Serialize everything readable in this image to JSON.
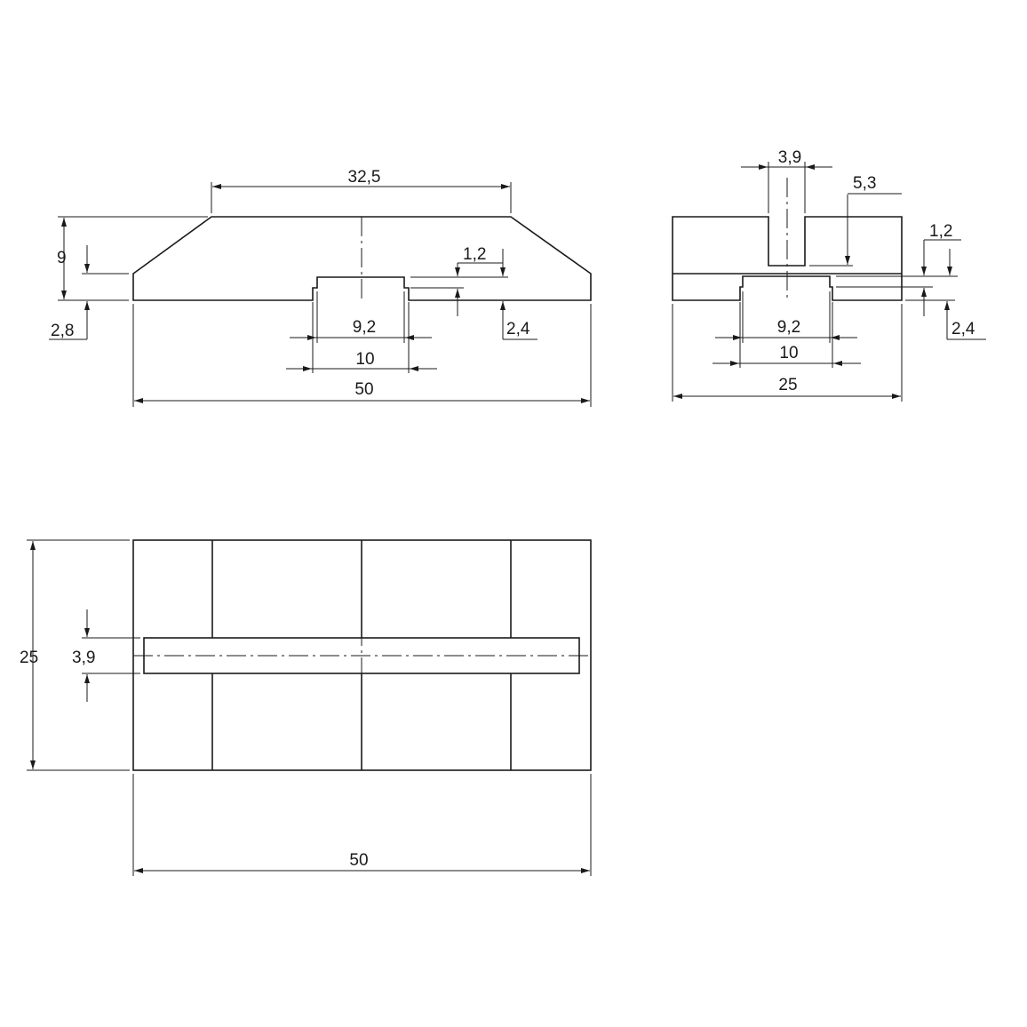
{
  "front_view": {
    "dims": {
      "top_width": "32,5",
      "height": "9",
      "chamfer_offset": "2,8",
      "slot_lip": "1,2",
      "slot_depth": "2,4",
      "slot_inner": "9,2",
      "slot_outer": "10",
      "total_width": "50"
    }
  },
  "side_view": {
    "dims": {
      "slot_width": "3,9",
      "slot_depth": "5,3",
      "lip": "1,2",
      "depth": "2,4",
      "slot_inner": "9,2",
      "slot_outer": "10",
      "total_width": "25"
    }
  },
  "top_view": {
    "dims": {
      "height": "25",
      "slot_width": "3,9",
      "total_width": "50"
    }
  }
}
